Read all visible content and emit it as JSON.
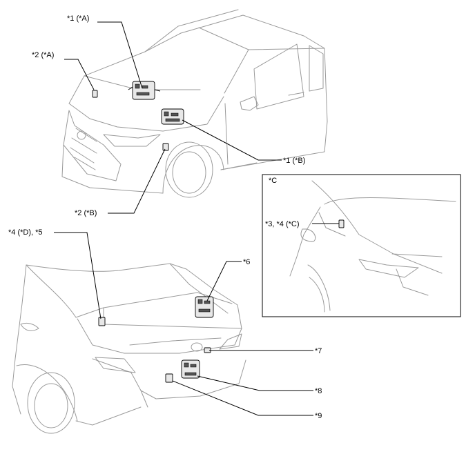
{
  "labels": {
    "l1A": "*1 (*A)",
    "l2A": "*2 (*A)",
    "l1B": "*1 (*B)",
    "l2B": "*2 (*B)",
    "lC": "*C",
    "l34C": "*3, *4 (*C)",
    "l4D5": "*4 (*D), *5",
    "l6": "*6",
    "l7": "*7",
    "l8": "*8",
    "l9": "*9"
  },
  "colors": {
    "line_art": "#9a9a9a",
    "leader": "#000000",
    "background": "#ffffff"
  },
  "icons": {
    "front_view": "car-front-left-view",
    "rear_view": "car-rear-view",
    "inset_view": "car-rear-quarter-inset"
  }
}
